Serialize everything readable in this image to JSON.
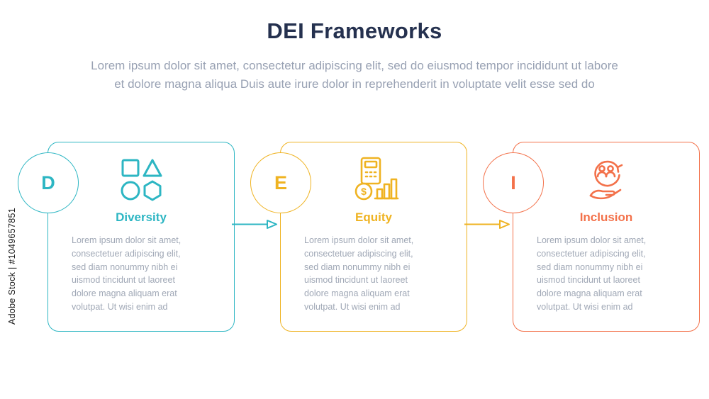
{
  "watermark": {
    "text": "Adobe Stock | #1049657851"
  },
  "header": {
    "title": "DEI Frameworks",
    "subtitle": "Lorem ipsum dolor sit amet, consectetur adipiscing elit, sed do eiusmod tempor incididunt ut labore\net dolore magna aliqua Duis aute irure dolor in reprehenderit in voluptate velit esse sed do"
  },
  "colors": {
    "title_text": "#25314f",
    "subtitle_text": "#98a1b3",
    "body_text": "#a0a8b6",
    "diversity_accent": "#2db6c3",
    "equity_accent": "#efb322",
    "inclusion_accent": "#f3714a"
  },
  "cards": [
    {
      "letter": "D",
      "title": "Diversity",
      "accent": "#2db6c3",
      "icon": "geometric-shapes-icon",
      "body": "Lorem ipsum dolor sit amet,\nconsectetuer adipiscing elit,\nsed diam nonummy nibh ei\nuismod tincidunt ut laoreet\ndolore magna aliquam erat\nvolutpat. Ut wisi enim ad"
    },
    {
      "letter": "E",
      "title": "Equity",
      "accent": "#efb322",
      "icon": "calculator-finance-icon",
      "body": "Lorem ipsum dolor sit amet,\nconsectetuer adipiscing elit,\nsed diam nonummy nibh ei\nuismod tincidunt ut laoreet\ndolore magna aliquam erat\nvolutpat. Ut wisi enim ad"
    },
    {
      "letter": "I",
      "title": "Inclusion",
      "accent": "#f3714a",
      "icon": "people-in-hand-icon",
      "body": "Lorem ipsum dolor sit amet,\nconsectetuer adipiscing elit,\nsed diam nonummy nibh ei\nuismod tincidunt ut laoreet\ndolore magna aliquam erat\nvolutpat. Ut wisi enim ad"
    }
  ],
  "connectors": [
    {
      "from": "Diversity",
      "to": "Equity",
      "color": "#2db6c3"
    },
    {
      "from": "Equity",
      "to": "Inclusion",
      "color": "#efb322"
    }
  ]
}
